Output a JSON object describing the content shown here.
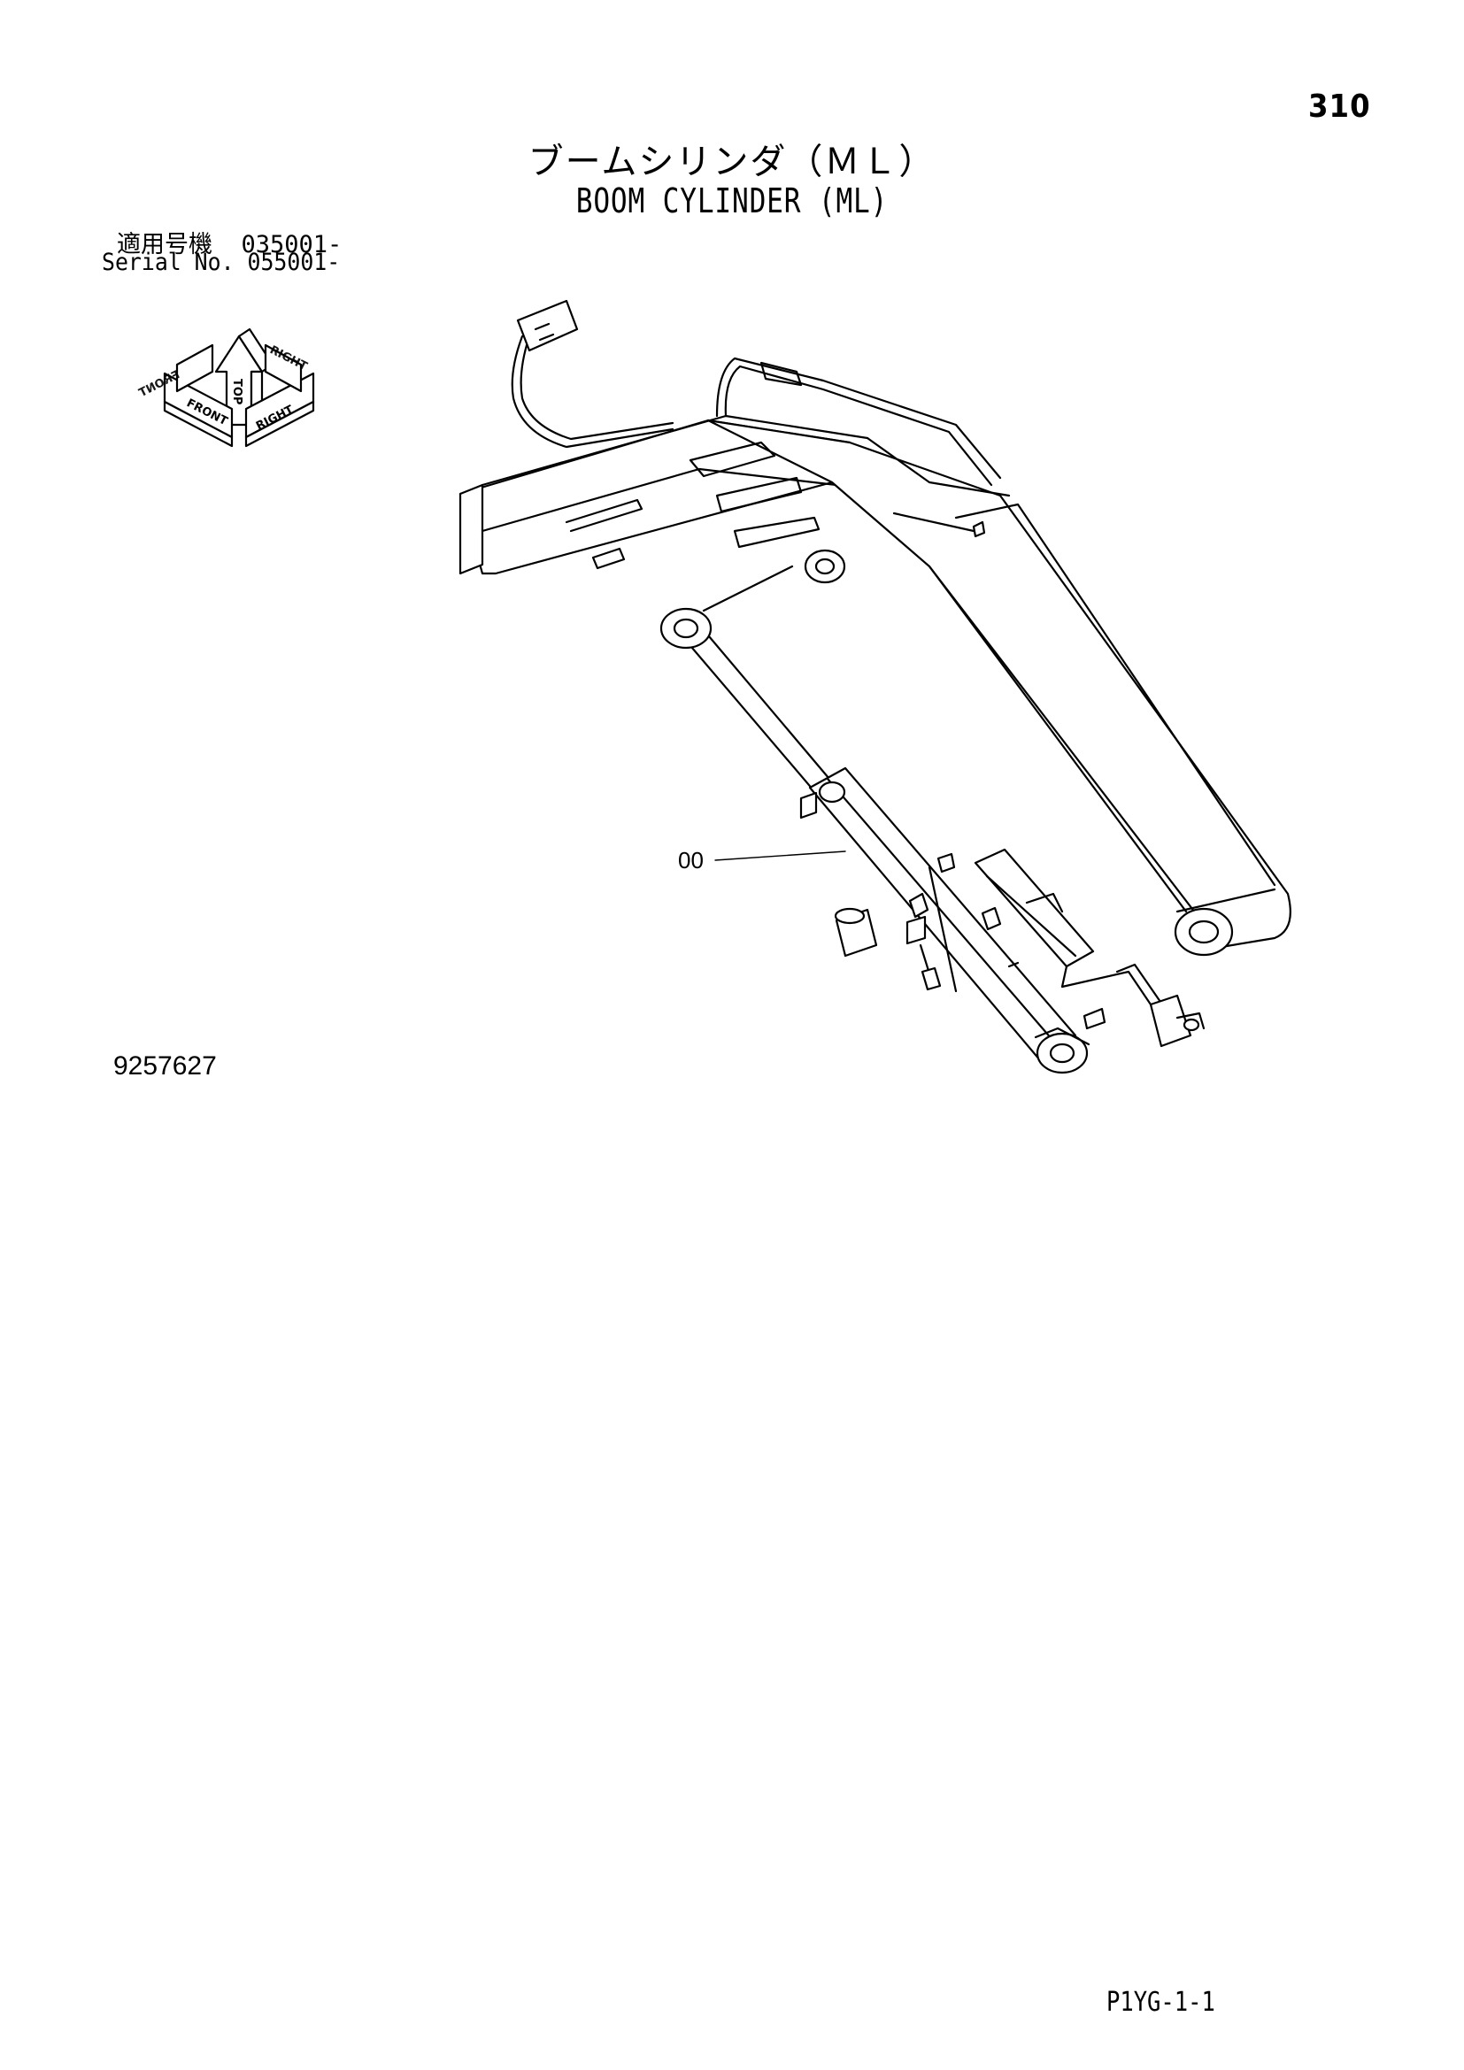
{
  "page_number": "310",
  "title_jp": "ブームシリンダ（ＭＬ）",
  "title_en": "BOOM CYLINDER (ML)",
  "serial": {
    "jp_line": "適用号機  035001-",
    "en_line": "Serial No. 055001-"
  },
  "orientation_icon": {
    "labels": {
      "top": "TOP",
      "front": "FRONT",
      "right": "RIGHT",
      "front_mirror": "FRONT",
      "right_mirror": "RIGHT"
    }
  },
  "callouts": [
    {
      "label": "00"
    }
  ],
  "drawing_number": "9257627",
  "footer_code": "P1YG-1-1"
}
